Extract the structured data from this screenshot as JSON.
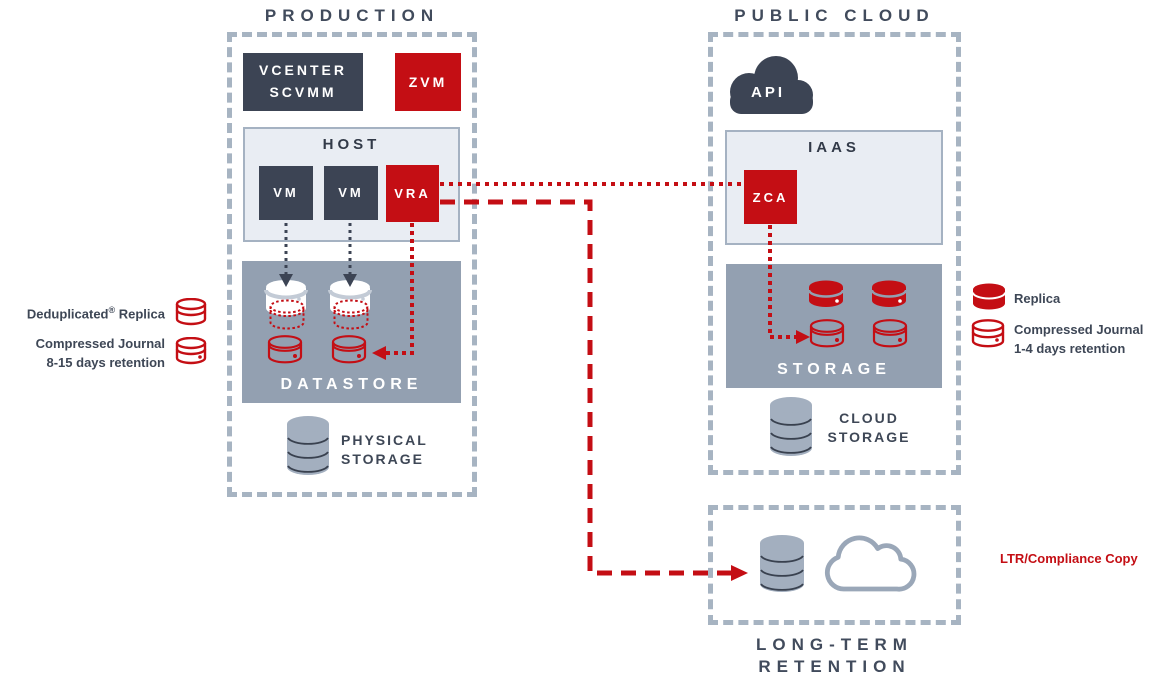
{
  "diagram": {
    "colors": {
      "accent_red": "#c40e14",
      "dark_slate": "#3c4454",
      "panel_gray": "#93a0b1",
      "light_panel": "#e9edf3",
      "dashed_border": "#a7b4c2",
      "icon_gray": "#a3afbf",
      "title_text": "#414b5c"
    },
    "production": {
      "title": "PRODUCTION",
      "vcenter_line1": "VCENTER",
      "vcenter_line2": "SCVMM",
      "zvm": "ZVM",
      "host_title": "HOST",
      "vm1": "VM",
      "vm2": "VM",
      "vra": "VRA",
      "datastore": "DATASTORE",
      "physical_line1": "PHYSICAL",
      "physical_line2": "STORAGE"
    },
    "left_annotations": {
      "dedup_name": "Deduplicated",
      "dedup_reg": "®",
      "dedup_rest": " Replica",
      "journal_line1": "Compressed Journal",
      "journal_line2": "8-15 days retention"
    },
    "public_cloud": {
      "title": "PUBLIC CLOUD",
      "api": "API",
      "iaas_title": "IAAS",
      "zca": "ZCA",
      "storage": "STORAGE",
      "cloud_line1": "CLOUD",
      "cloud_line2": "STORAGE"
    },
    "right_annotations": {
      "replica": "Replica",
      "journal_line1": "Compressed Journal",
      "journal_line2": "1-4 days retention"
    },
    "ltr": {
      "title_line1": "LONG-TERM",
      "title_line2": "RETENTION",
      "compliance": "LTR/Compliance Copy"
    }
  }
}
